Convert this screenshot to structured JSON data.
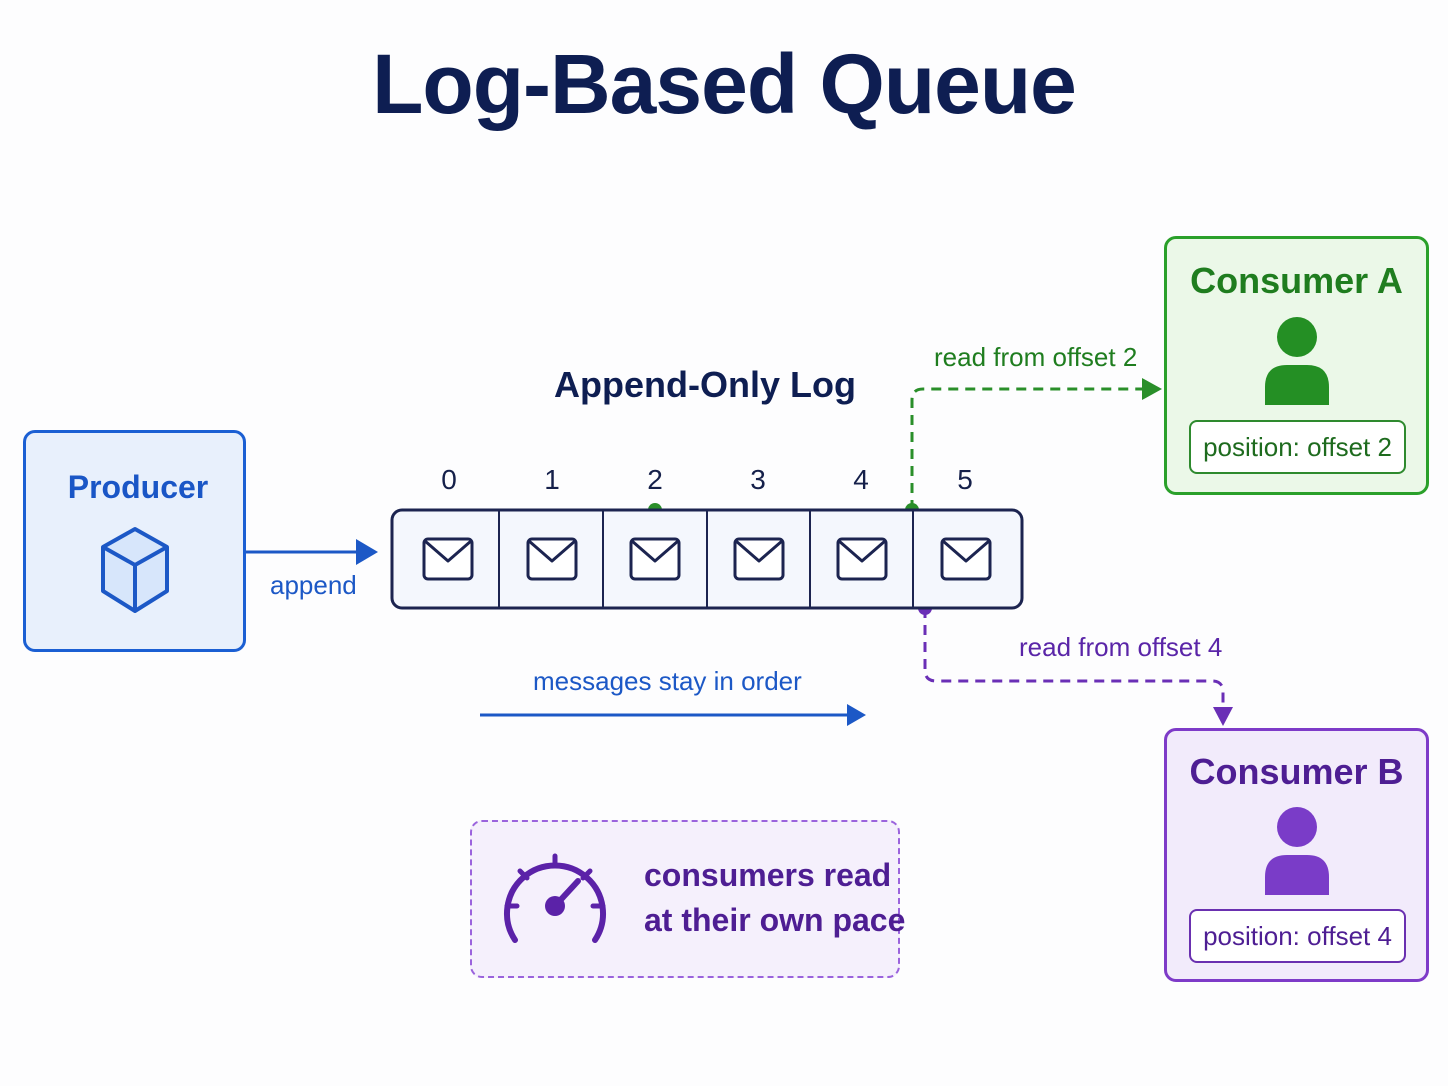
{
  "title": "Log-Based Queue",
  "log": {
    "title": "Append-Only Log",
    "offsets": [
      "0",
      "1",
      "2",
      "3",
      "4",
      "5"
    ]
  },
  "producer": {
    "label": "Producer",
    "arrow_label": "append"
  },
  "consumer_a": {
    "title": "Consumer A",
    "position": "position: offset 2",
    "read_label": "read from offset 2"
  },
  "consumer_b": {
    "title": "Consumer B",
    "position": "position: offset 4",
    "read_label": "read from offset 4"
  },
  "order_label": "messages stay in order",
  "pace": {
    "line1": "consumers read",
    "line2": "at their own pace"
  },
  "colors": {
    "producer": "#1b5fd3",
    "consumer_a": "#2aa02a",
    "consumer_b": "#7e3bc8",
    "log_border": "#1c2450",
    "title": "#0e1e52"
  },
  "icons": {
    "producer": "cube-icon",
    "message": "envelope-icon",
    "consumer": "user-icon",
    "pace": "speedometer-icon"
  }
}
